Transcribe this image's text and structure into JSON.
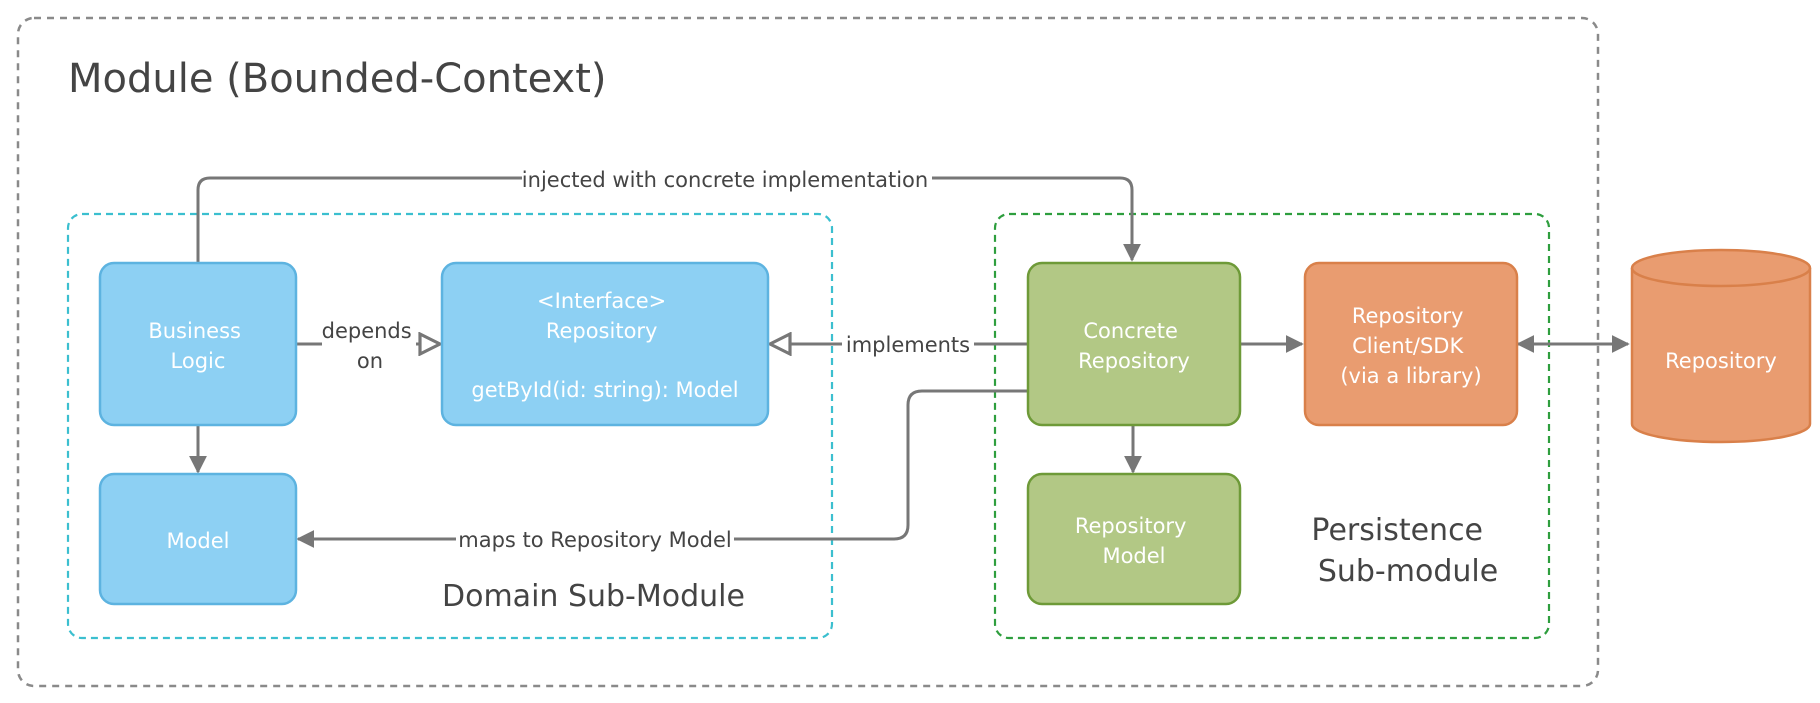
{
  "module": {
    "title": "Module (Bounded-Context)"
  },
  "domain_submodule": {
    "title": "Domain Sub-Module",
    "border_color": "#3BBFCF",
    "nodes": {
      "business_logic": [
        "Business",
        "Logic"
      ],
      "interface_repository": {
        "stereotype": "<Interface>",
        "name": "Repository",
        "method": "getById(id: string): Model"
      },
      "model": "Model"
    }
  },
  "persistence_submodule": {
    "title": [
      "Persistence",
      "Sub-module"
    ],
    "border_color": "#2E9E3E",
    "nodes": {
      "concrete_repository": [
        "Concrete",
        "Repository"
      ],
      "repository_model": [
        "Repository",
        "Model"
      ],
      "repository_client": [
        "Repository",
        "Client/SDK",
        "(via a library)"
      ]
    }
  },
  "external": {
    "repository_db": "Repository"
  },
  "edges": {
    "injected": "injected with concrete implementation",
    "depends_on": [
      "depends",
      "on"
    ],
    "implements": "implements",
    "maps_to": "maps to Repository Model"
  },
  "colors": {
    "domain_fill": "#8DD0F3",
    "domain_stroke": "#5DB3E0",
    "persistence_fill": "#B2C885",
    "persistence_stroke": "#6E9A38",
    "external_fill": "#E99C70",
    "external_stroke": "#D9804A",
    "arrow": "#777777",
    "module_border": "#8A8A8A"
  }
}
